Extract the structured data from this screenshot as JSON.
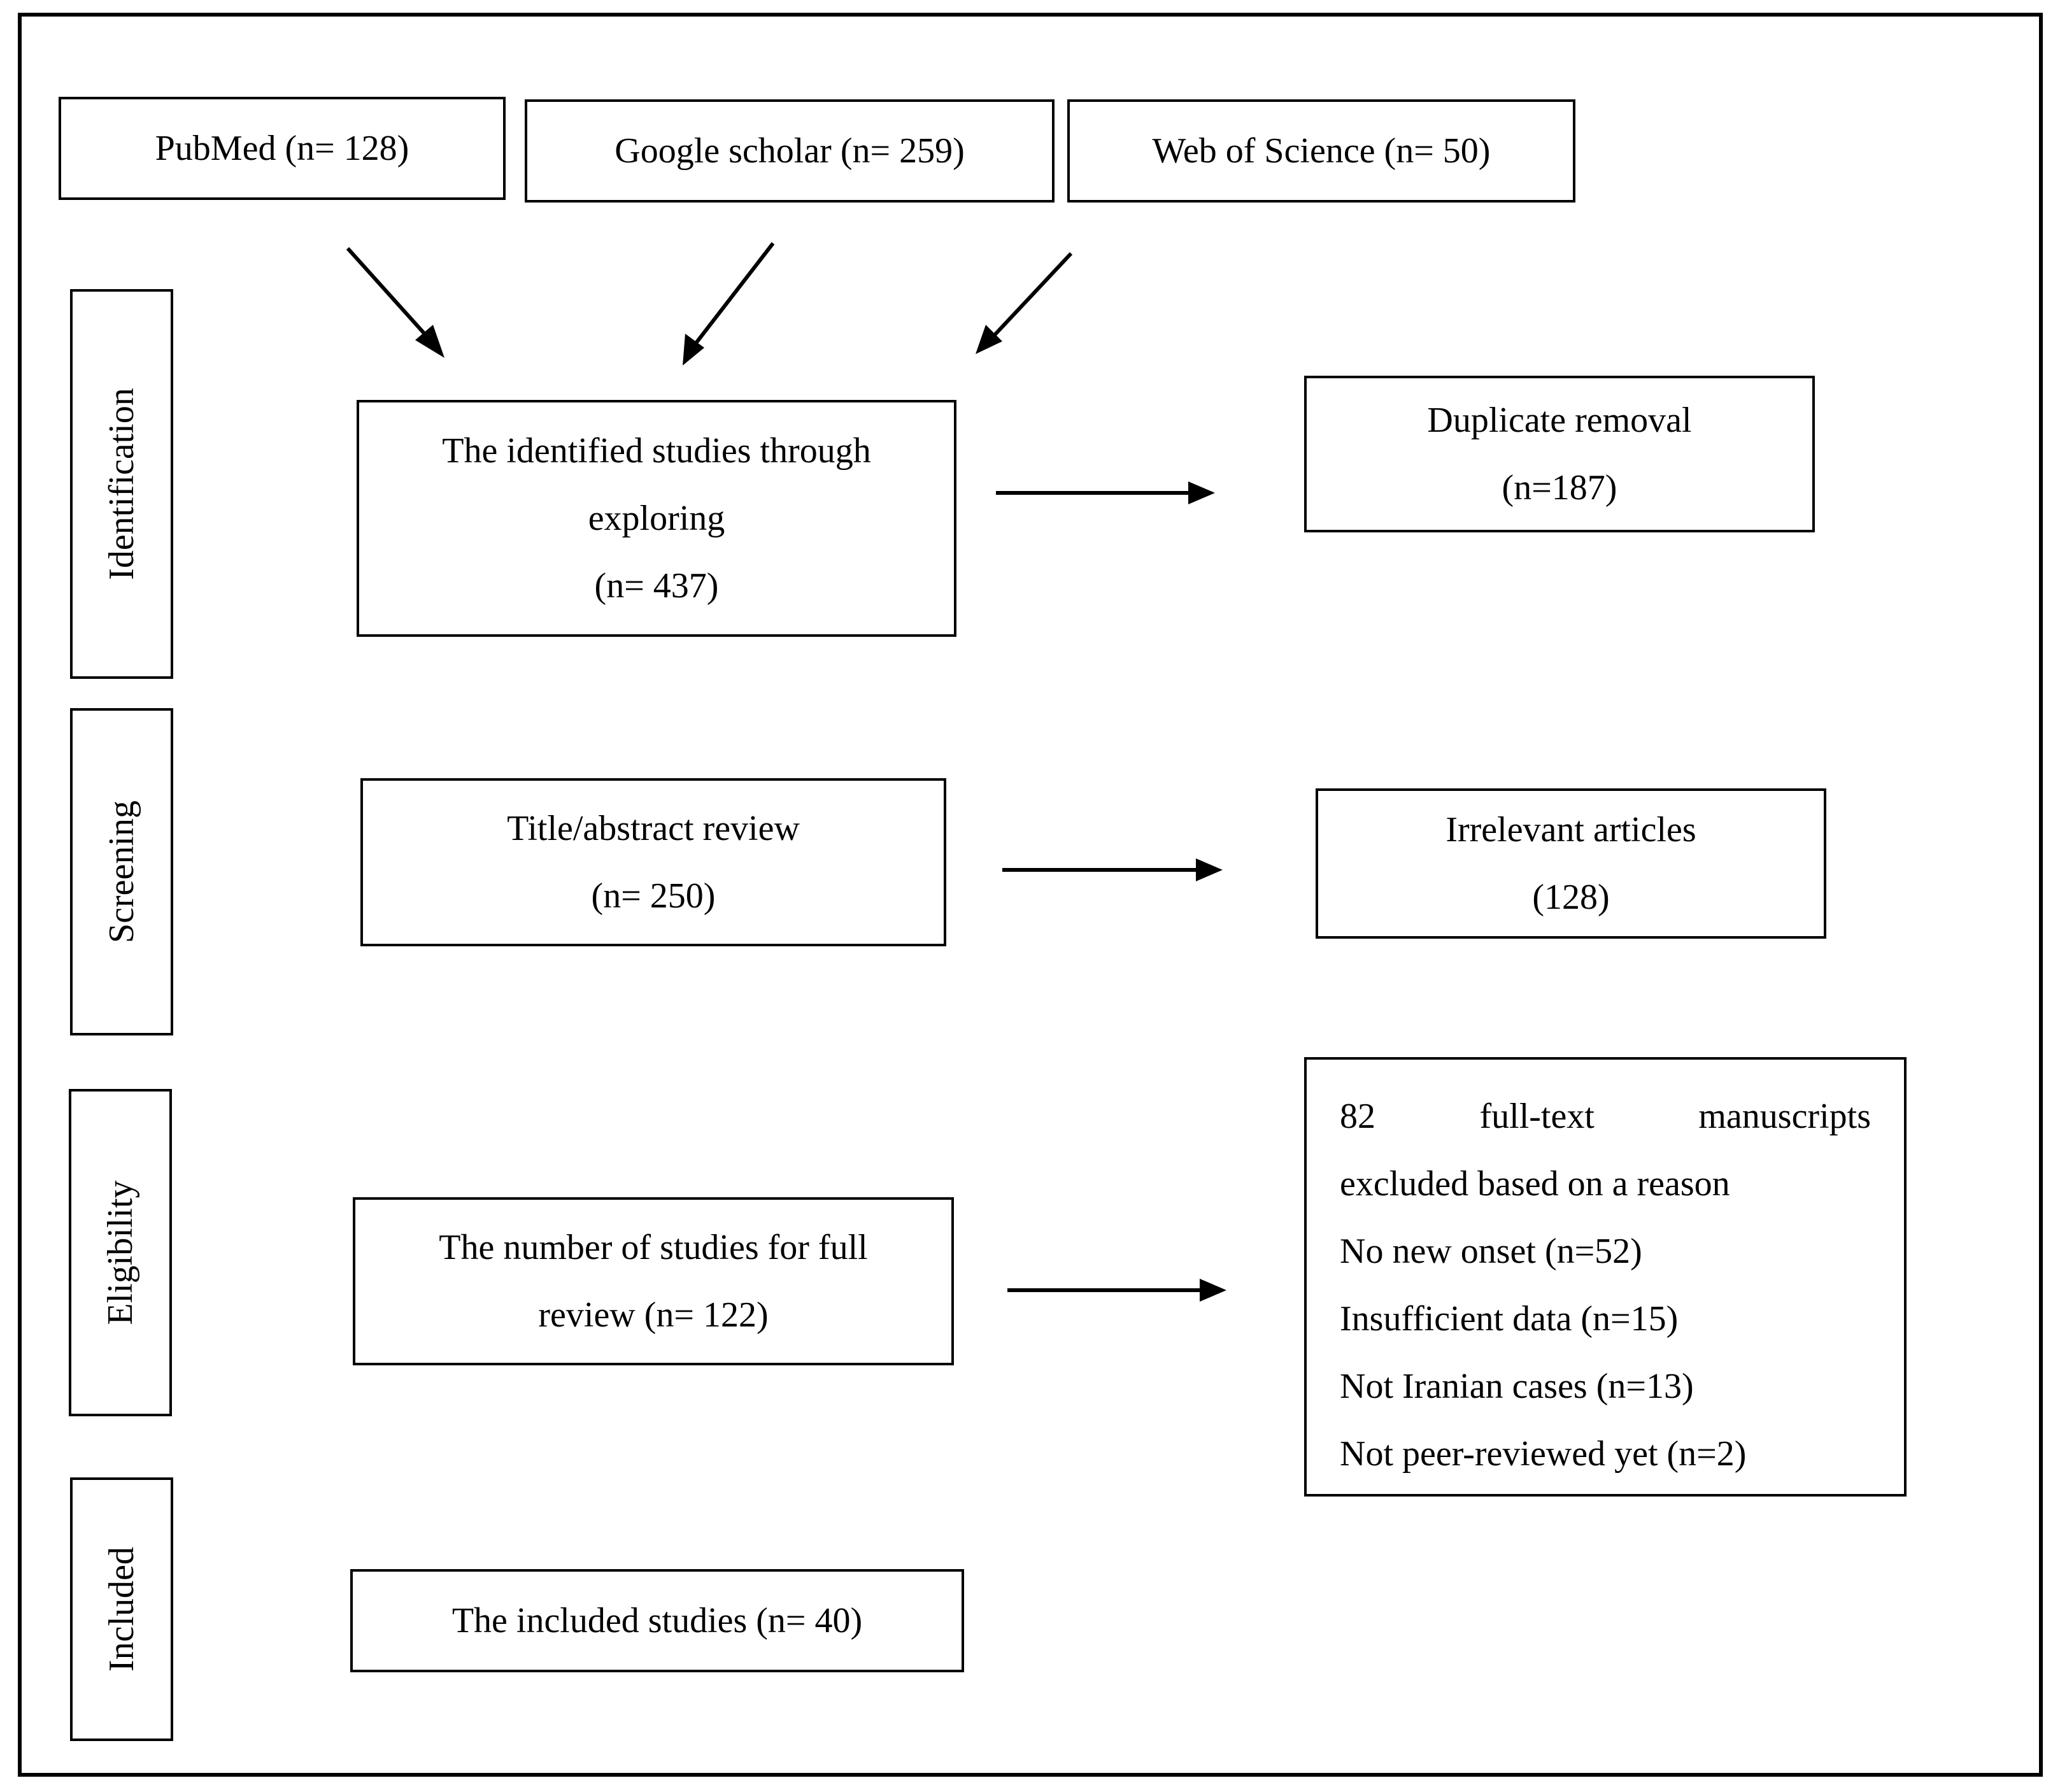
{
  "sources": {
    "pubmed": "PubMed (n= 128)",
    "google_scholar": "Google scholar (n= 259)",
    "web_of_science": "Web of Science (n= 50)"
  },
  "stages": {
    "identification": "Identification",
    "screening": "Screening",
    "eligibility": "Eligibility",
    "included": "Included"
  },
  "identified": {
    "line1": "The identified studies through",
    "line2": "exploring",
    "line3": "(n= 437)"
  },
  "duplicate": {
    "line1": "Duplicate removal",
    "line2": "(n=187)"
  },
  "title_abstract": {
    "line1": "Title/abstract review",
    "line2": "(n= 250)"
  },
  "irrelevant": {
    "line1": "Irrelevant articles",
    "line2": "(128)"
  },
  "full_review": {
    "line1": "The number of studies for full",
    "line2": "review (n= 122)"
  },
  "excluded": {
    "word1": "82",
    "word2": "full-text",
    "word3": "manuscripts",
    "line2": "excluded based on a reason",
    "reasons": [
      "No new onset (n=52)",
      "Insufficient data (n=15)",
      "Not Iranian cases (n=13)",
      "Not peer-reviewed yet (n=2)"
    ]
  },
  "included_studies": "The included studies (n= 40)"
}
